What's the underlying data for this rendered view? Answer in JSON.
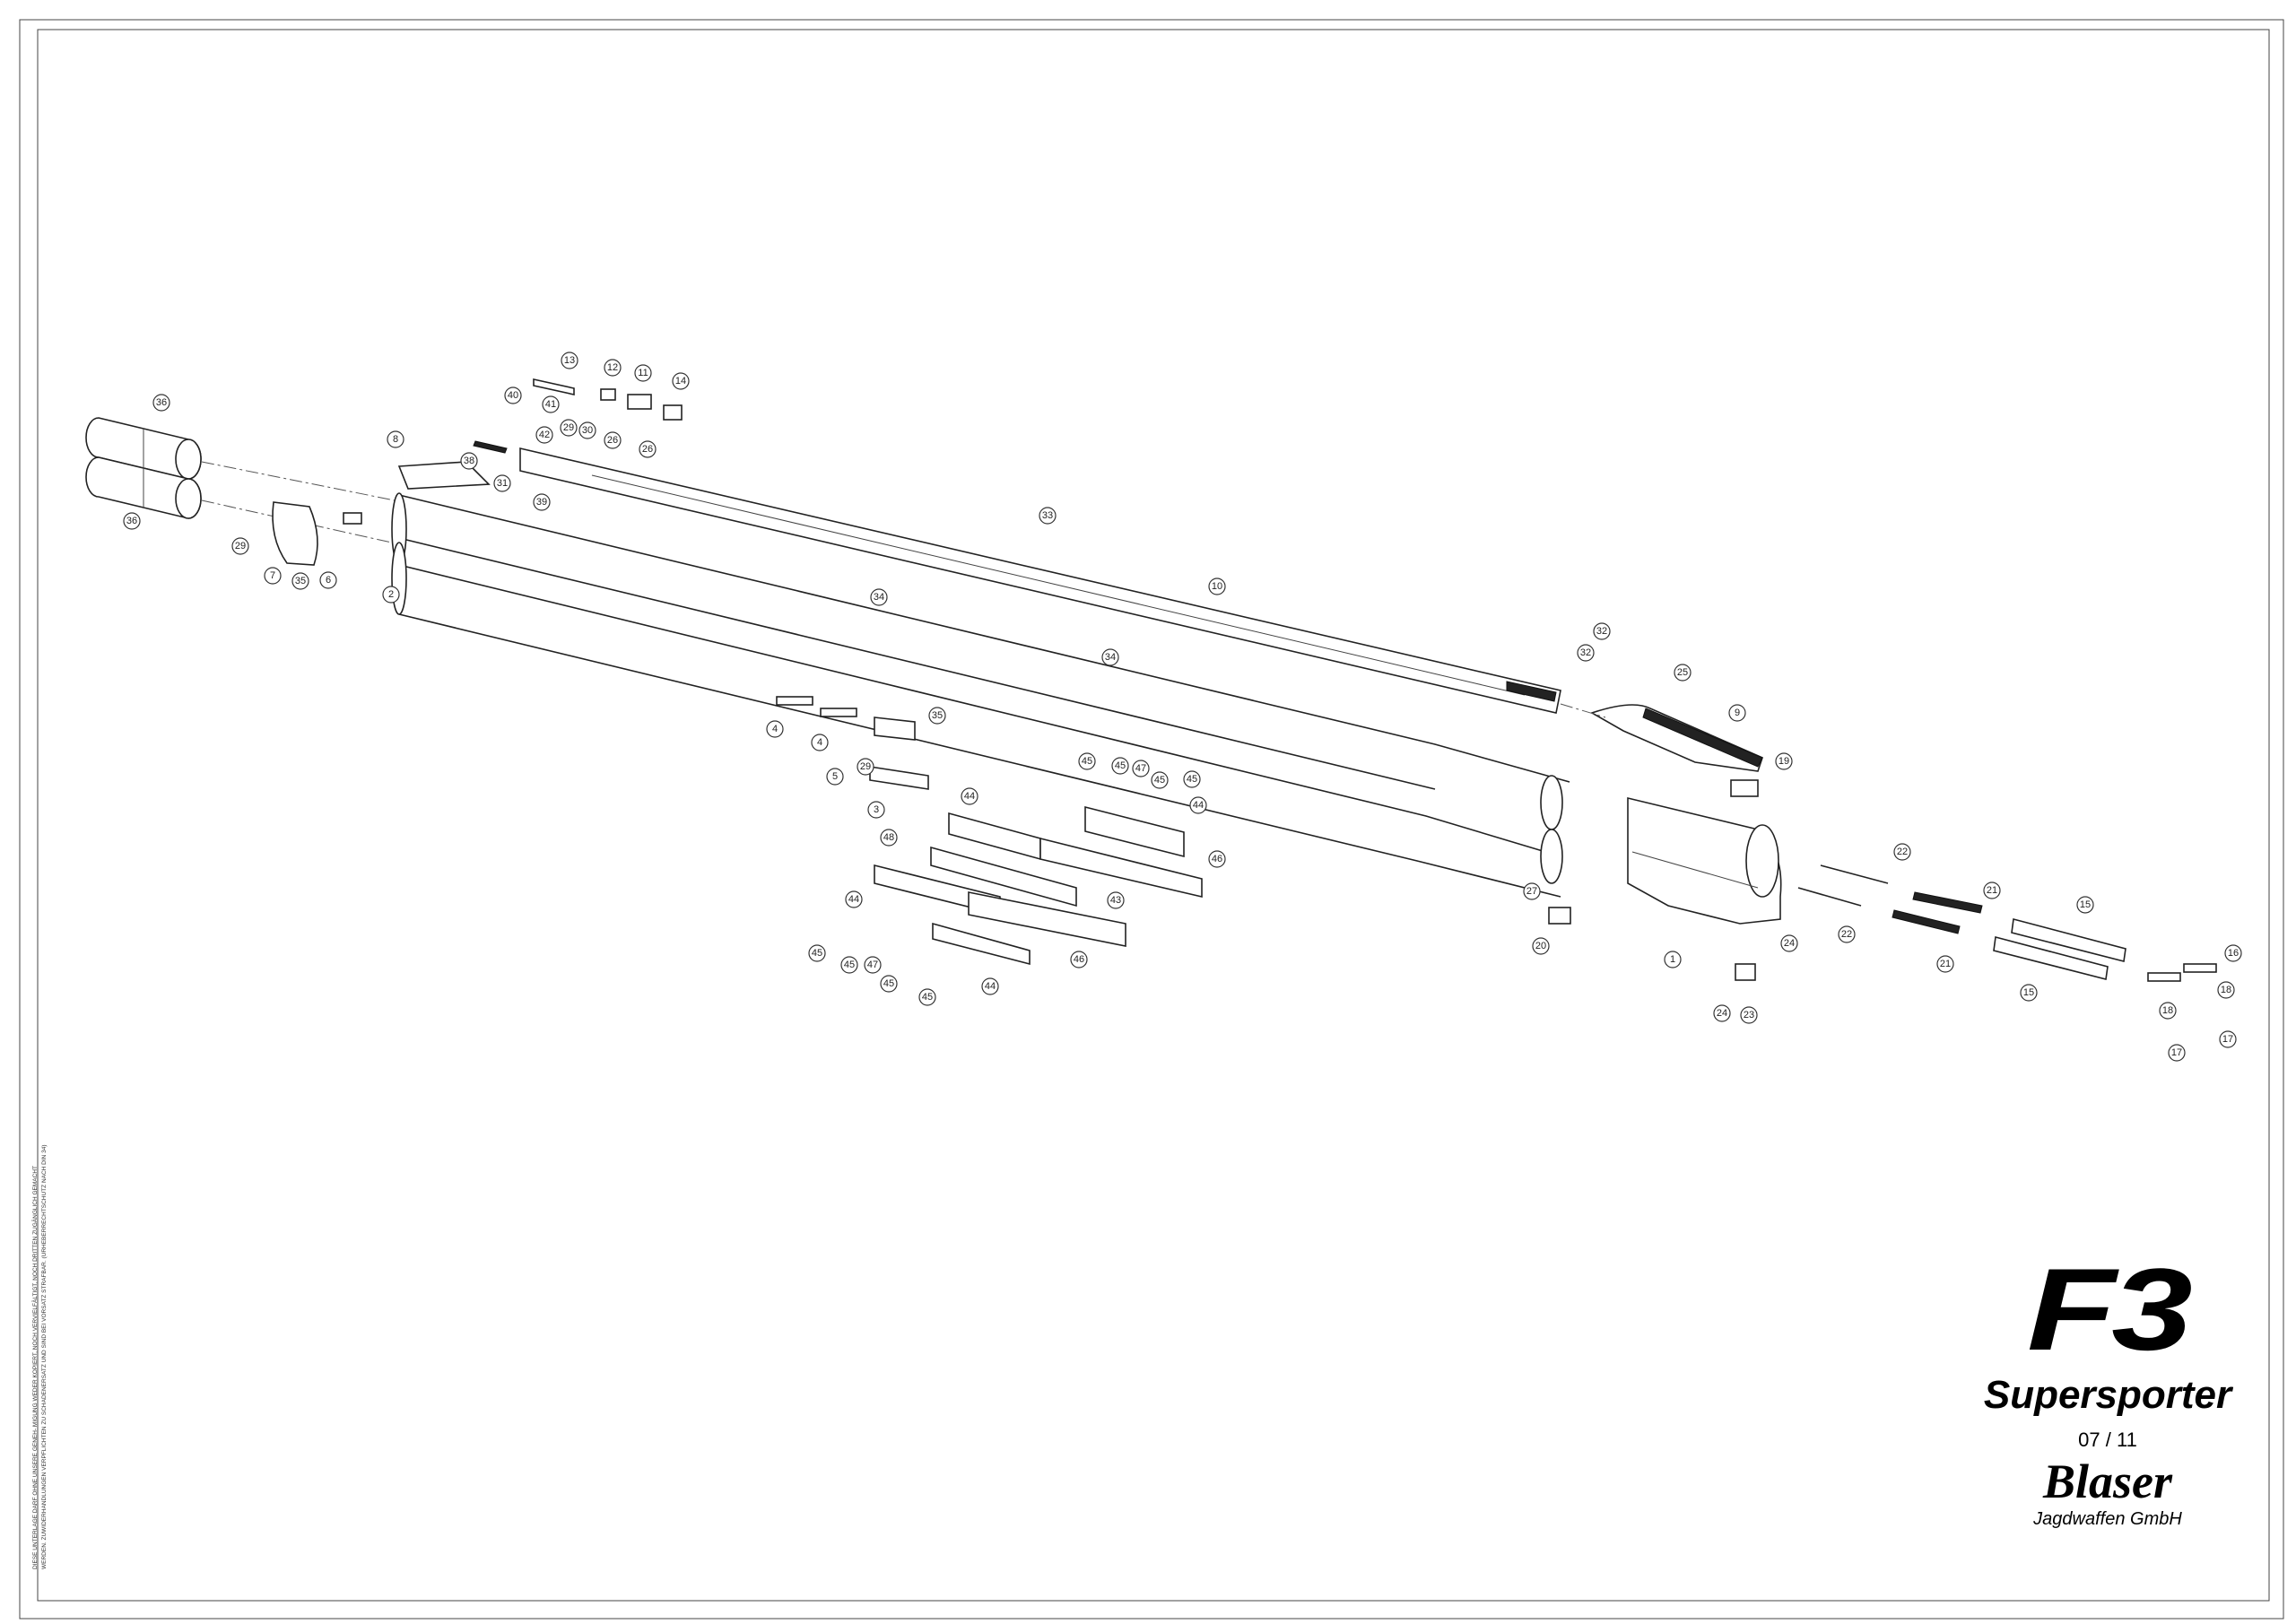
{
  "drawing": {
    "model": "F3",
    "variant": "Supersporter",
    "date": "07 / 11",
    "manufacturer": "Blaser",
    "manufacturer_subtitle": "Jagdwaffen GmbH",
    "copyright_line1": "DIESE UNTERLAGE DARF OHNE UNSERE GENEH-          MIGUNG WEDER KOPIERT, NOCH VERVIELFÄLTIGT,          NOCH DRITTEN ZUGÄNGLICH GEMACHT",
    "copyright_line2": "WERDEN. ZUWIDERHANDLUNGEN VERPFLICHTEN ZU SCHADENERSATZ UND SIND BEI VORSATZ STRAFBAR. (URHEBERRECHTSCHUTZ NACH DIN 34)"
  },
  "callouts": [
    "36",
    "36",
    "29",
    "7",
    "35",
    "6",
    "2",
    "8",
    "38",
    "31",
    "39",
    "40",
    "41",
    "42",
    "29",
    "13",
    "12",
    "11",
    "14",
    "30",
    "26",
    "26",
    "33",
    "34",
    "34",
    "10",
    "4",
    "4",
    "5",
    "29",
    "35",
    "3",
    "48",
    "45",
    "45",
    "47",
    "45",
    "45",
    "44",
    "44",
    "46",
    "43",
    "44",
    "45",
    "45",
    "47",
    "45",
    "45",
    "44",
    "46",
    "32",
    "32",
    "25",
    "9",
    "19",
    "27",
    "20",
    "1",
    "22",
    "22",
    "21",
    "21",
    "15",
    "15",
    "16",
    "18",
    "18",
    "17",
    "17",
    "24",
    "24",
    "23"
  ]
}
